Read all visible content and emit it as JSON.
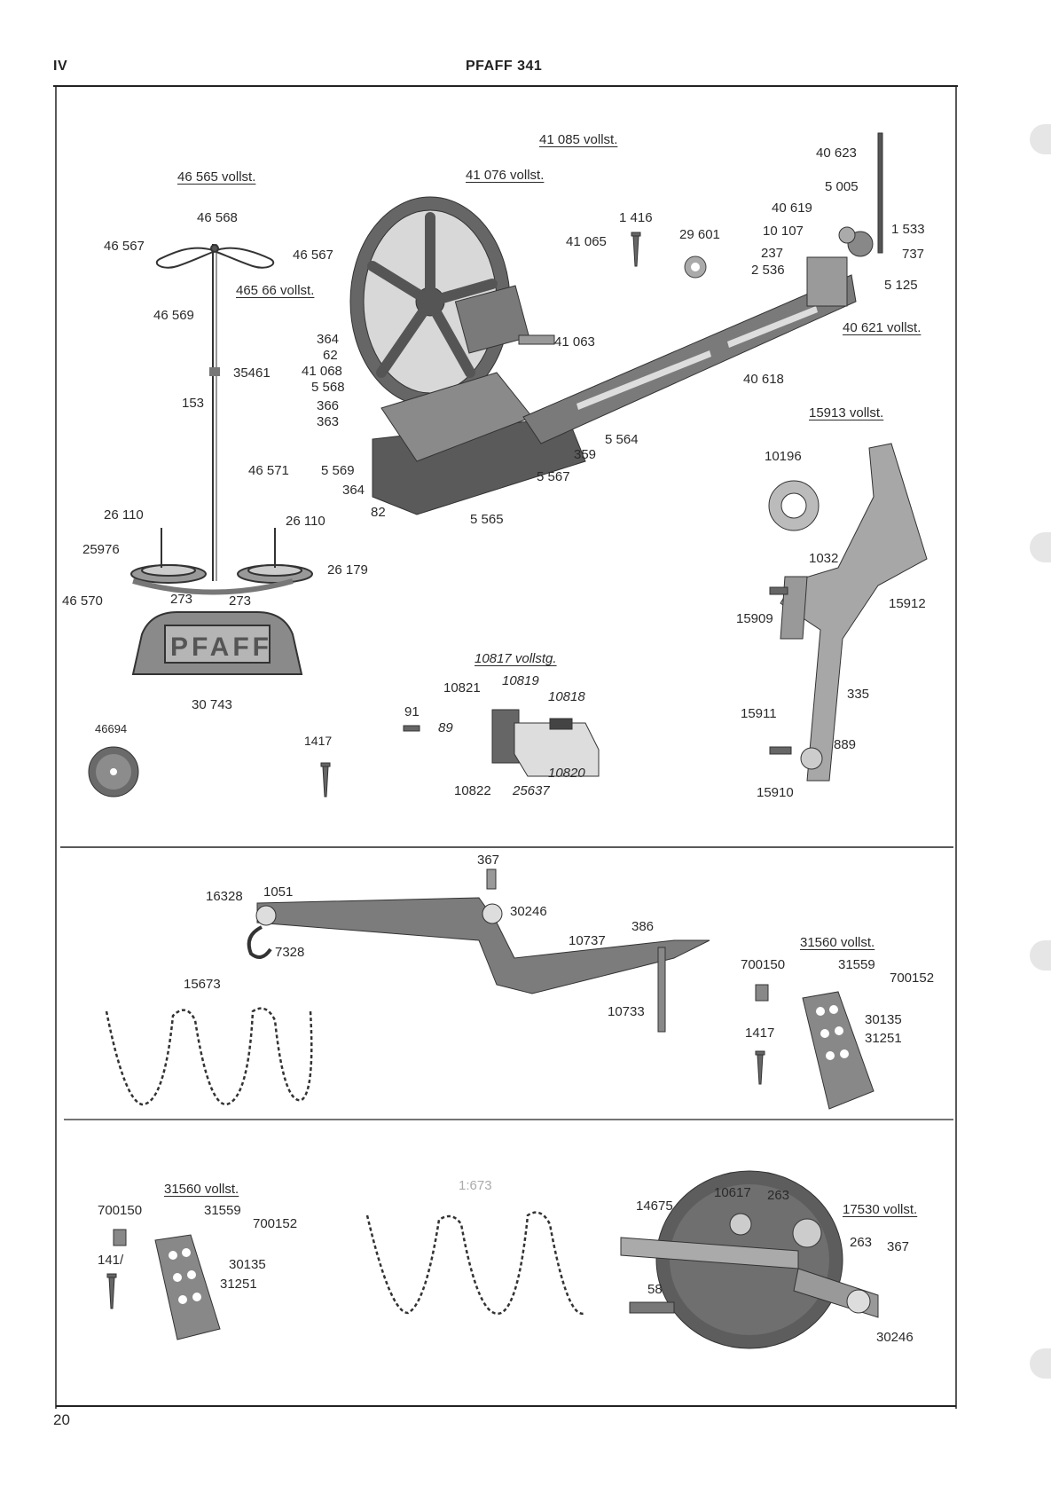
{
  "header": {
    "section": "IV",
    "title": "PFAFF 341",
    "page_number": "20"
  },
  "section1": {
    "stand": {
      "assembly": "46 565 vollst.",
      "top": "46 568",
      "arm_left": "46 567",
      "arm_right": "46 567",
      "sub_assembly": "465 66 vollst.",
      "rod_top": "46 569",
      "clamp": "35461",
      "screw": "153",
      "rod": "46 571",
      "pin_left": "26 110",
      "pin_right": "26 110",
      "disc": "25976",
      "plate_left": "46 570",
      "ring_left": "273",
      "ring_right": "273",
      "spool": "26 179",
      "base": "30 743",
      "logo_text": "PFAFF",
      "felt": "46694",
      "wood_screw": "1417"
    },
    "bobbin_winder": {
      "assembly": "41 085 vollst.",
      "sub_assembly": "41 076 vollst.",
      "wheel": "41 065",
      "screw": "1 416",
      "washer": "29 601",
      "shaft": "41 063",
      "l364a": "364",
      "l62": "62",
      "l41068": "41 068",
      "l5568": "5 568",
      "l366": "366",
      "l363": "363",
      "l5569": "5 569",
      "l364b": "364",
      "l82": "82",
      "l5565": "5 565",
      "l5567": "5 567",
      "l359": "359",
      "l5564": "5 564"
    },
    "bracket": {
      "l40623": "40 623",
      "l5005": "5 005",
      "l40619": "40 619",
      "l10107": "10 107",
      "l237": "237",
      "l2536": "2 536",
      "l1533": "1 533",
      "l737": "737",
      "l5125": "5 125",
      "assembly": "40 621 vollst.",
      "bar": "40 618"
    },
    "knee_lever": {
      "assembly": "15913 vollst.",
      "washer": "10196",
      "l1032": "1032",
      "l15909": "15909",
      "lever": "15912",
      "l335": "335",
      "l15911": "15911",
      "l889": "889",
      "l15910": "15910"
    },
    "thread_guide": {
      "assembly": "10817 vollstg.",
      "l10821": "10821",
      "l10819": "10819",
      "l10818": "10818",
      "l91": "91",
      "l89": "89",
      "l10820": "10820",
      "l10822": "10822",
      "l25637": "25637"
    }
  },
  "section2": {
    "l367": "367",
    "l16328": "16328",
    "l1051": "1051",
    "l30246": "30246",
    "l7328": "7328",
    "l386": "386",
    "l10737": "10737",
    "l10733": "10733",
    "chain": "15673",
    "pedal": {
      "assembly": "31560 vollst.",
      "l700150": "700150",
      "l31559": "31559",
      "l700152": "700152",
      "l1417": "1417",
      "l30135": "30135",
      "l31251": "31251"
    }
  },
  "section3": {
    "pedal": {
      "assembly": "31560 vollst.",
      "l700150": "700150",
      "l31559": "31559",
      "l700152": "700152",
      "l1417": "141/",
      "l30135": "30135",
      "l31251": "31251"
    },
    "chain": "1:673",
    "mechanism": {
      "l10617": "10617",
      "l263a": "263",
      "assembly": "17530 vollst.",
      "l14675": "14675",
      "l263b": "263",
      "l367": "367",
      "l58": "58",
      "l30246": "30246"
    }
  }
}
